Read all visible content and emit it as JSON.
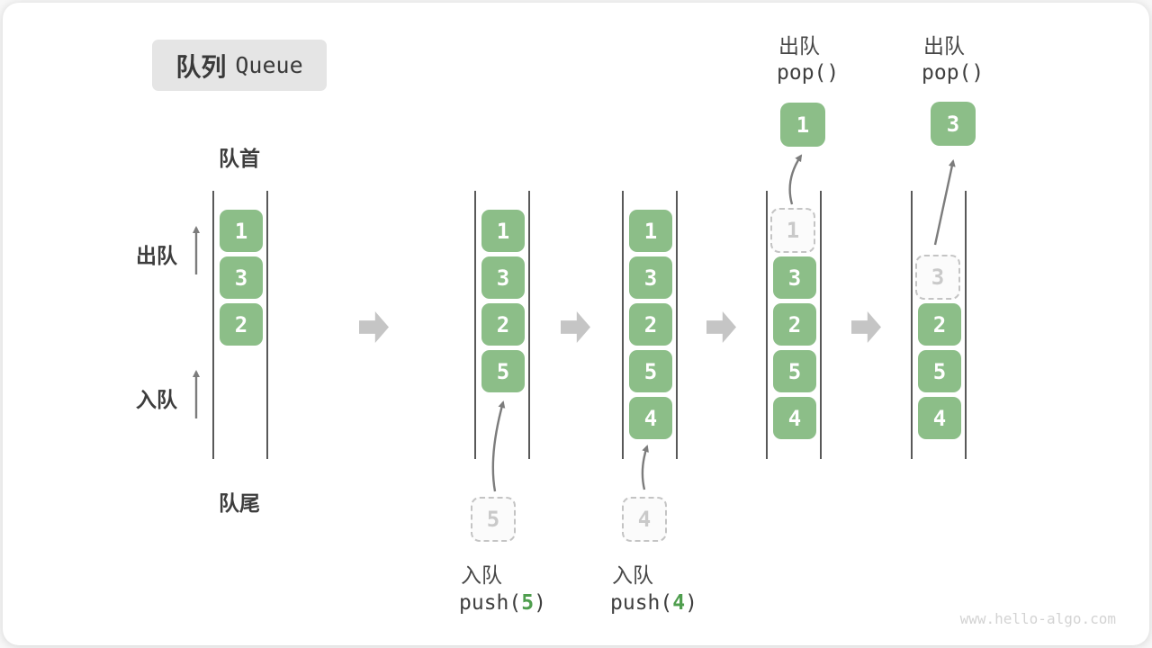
{
  "title": {
    "zh": "队列",
    "en": "Queue"
  },
  "labels": {
    "front": "队首",
    "rear": "队尾",
    "dequeue_side": "出队",
    "enqueue_side": "入队"
  },
  "colors": {
    "box_green": "#8cbe88",
    "accent_green": "#4f9e4e",
    "walls": "#595959",
    "thin_arrow": "#7c7c7c",
    "block_arrow": "#c5c5c5",
    "badge_bg": "#e5e5e5",
    "ghost_border": "#c4c4c4",
    "ghost_text": "#c9c9c9",
    "text_dark": "#3d3d3d",
    "watermark": "#d3d3d3"
  },
  "queues": {
    "q1": {
      "r1": "1",
      "r2": "3",
      "r3": "2"
    },
    "q2": {
      "r1": "1",
      "r2": "3",
      "r3": "2",
      "r4": "5"
    },
    "q3": {
      "r1": "1",
      "r2": "3",
      "r3": "2",
      "r4": "5",
      "r5": "4"
    },
    "q4": {
      "ghost": "1",
      "r2": "3",
      "r3": "2",
      "r4": "5",
      "r5": "4",
      "popped": "1"
    },
    "q5": {
      "ghost": "3",
      "r3": "2",
      "r4": "5",
      "r5": "4",
      "popped": "3"
    }
  },
  "ops": {
    "push5": {
      "label": "入队",
      "fn": "push(",
      "arg": "5",
      "close": ")",
      "ghost": "5"
    },
    "push4": {
      "label": "入队",
      "fn": "push(",
      "arg": "4",
      "close": ")",
      "ghost": "4"
    },
    "pop1": {
      "label": "出队",
      "code": "pop()"
    },
    "pop2": {
      "label": "出队",
      "code": "pop()"
    }
  },
  "watermark": "www.hello-algo.com"
}
